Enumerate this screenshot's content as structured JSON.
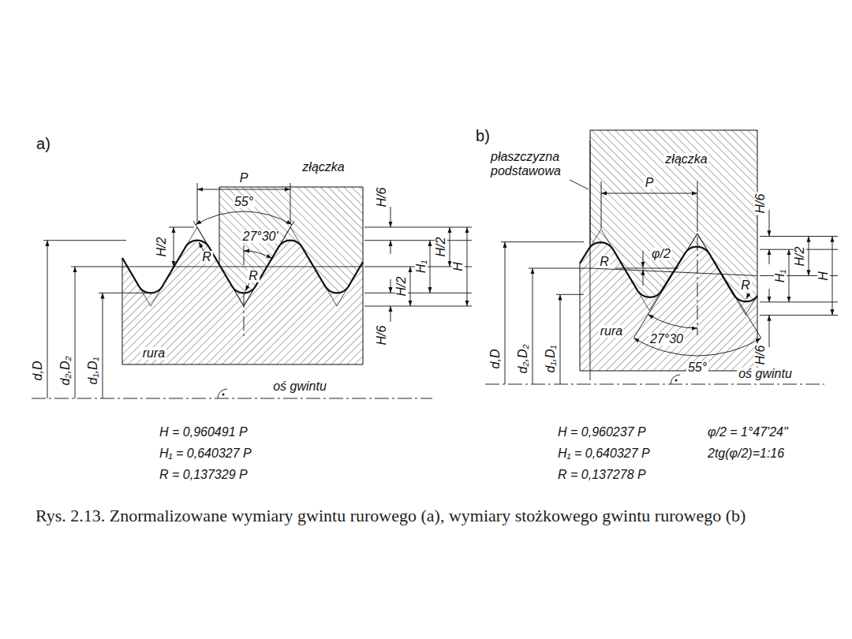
{
  "diagram": {
    "caption": "Rys. 2.13. Znormalizowane wymiary gwintu rurowego (a), wymiary stożkowego gwintu rurowego (b)",
    "labels": [
      "a)",
      "P",
      "złączka",
      "55°",
      "27°30'",
      "H/2",
      "R",
      "R",
      "H/6",
      "H/2",
      "H₁",
      "H",
      "H/2",
      "H/6",
      "d,D",
      "d₂,D₂",
      "d₁,D₁",
      "rura",
      "oś gwintu",
      "H = 0,960491 P",
      "H₁ = 0,640327 P",
      "R = 0,137329 P",
      "b)",
      "płaszczyzna podstawowa",
      "złączka",
      "P",
      "H/6",
      "H/2",
      "H₁",
      "H",
      "H/6",
      "φ/2",
      "R",
      "R",
      "rura",
      "27°30",
      "55°",
      "d,D",
      "d₂,D₂",
      "d₁,D₁",
      "oś gwintu",
      "H = 0,960237 P",
      "H₁ = 0,640327 P",
      "R = 0,137278 P",
      "φ/2 = 1°47'24\"",
      "2tg(φ/2)=1:16"
    ]
  }
}
